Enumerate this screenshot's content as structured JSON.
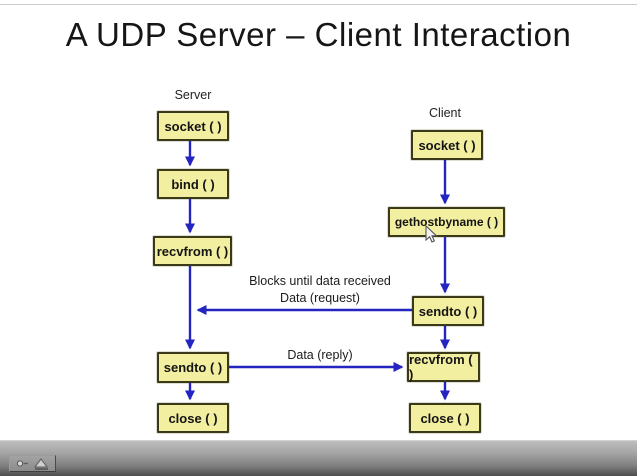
{
  "title": "A UDP Server – Client Interaction",
  "diagram": {
    "server": {
      "label": "Server",
      "nodes": [
        "socket ( )",
        "bind ( )",
        "recvfrom ( )",
        "sendto ( )",
        "close ( )"
      ]
    },
    "client": {
      "label": "Client",
      "nodes": [
        "socket ( )",
        "gethostbyname ( )",
        "sendto ( )",
        "recvfrom ( )",
        "close ( )"
      ]
    },
    "annotations": {
      "blocks_until": "Blocks until data received",
      "request": "Data (request)",
      "reply": "Data (reply)"
    },
    "colors": {
      "box_fill": "#f3efa0",
      "box_border": "#3a3a18",
      "arrow_blue": "#2424c0"
    }
  },
  "player_bar": {
    "icons": [
      "pen-icon",
      "triangle-icon"
    ]
  }
}
